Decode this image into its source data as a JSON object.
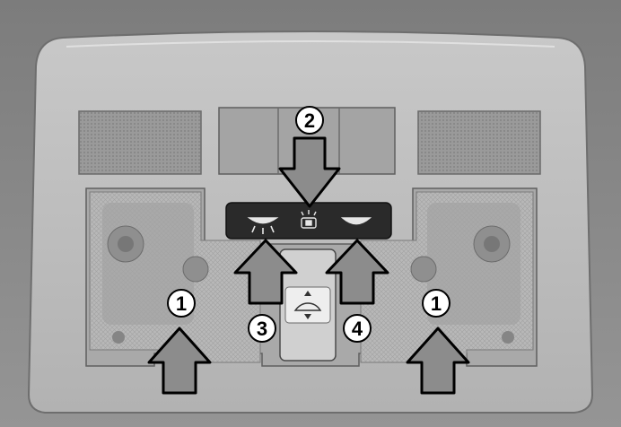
{
  "callouts": {
    "lamp_left": "1",
    "lamp_right": "1",
    "courtesy_switch": "2",
    "map_light_left": "3",
    "map_light_right": "4"
  },
  "colors": {
    "background": "#8a8a8a",
    "console": "#bdbdbd",
    "arrow_fill": "#8c8c8c",
    "arrow_stroke": "#000000",
    "callout_badge": "#ffffff"
  },
  "icons": {
    "map_light_left": "map-light-icon",
    "courtesy_light": "dome-light-icon",
    "map_light_right": "map-light-icon",
    "sunroof_switch": "sunroof-icon"
  }
}
